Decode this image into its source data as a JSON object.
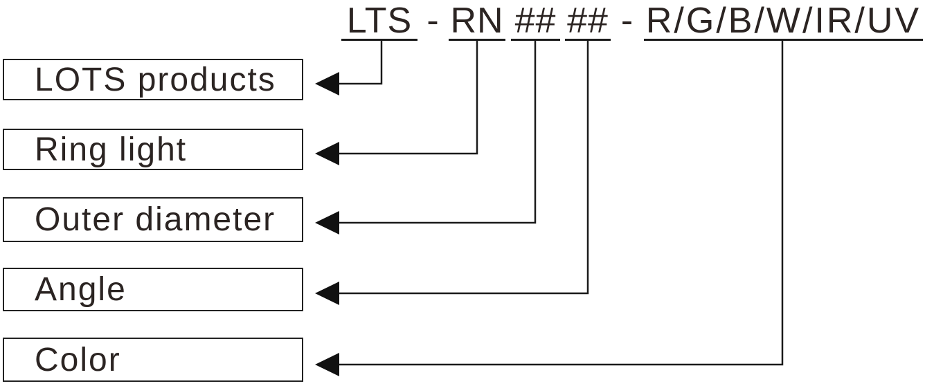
{
  "page": {
    "background": "#ffffff"
  },
  "colors": {
    "ink": "#2b2422",
    "line": "#1a1a1a",
    "arrow": "#111111",
    "box_border": "#222222"
  },
  "code": {
    "full": "LTS - RN ## ## - R/G/B/W/IR/UV",
    "segments": [
      {
        "text": "LTS",
        "underlined": true
      },
      {
        "text": "-",
        "underlined": false
      },
      {
        "text": "RN",
        "underlined": true
      },
      {
        "text": "##",
        "underlined": true
      },
      {
        "text": "##",
        "underlined": true
      },
      {
        "text": "-",
        "underlined": false
      },
      {
        "text": "R/G/B/W/IR/UV",
        "underlined": true
      }
    ]
  },
  "rows": [
    {
      "label": "LOTS products",
      "connects_to_segment": "LTS"
    },
    {
      "label": "Ring light",
      "connects_to_segment": "RN"
    },
    {
      "label": "Outer diameter",
      "connects_to_segment": "## (first)"
    },
    {
      "label": "Angle",
      "connects_to_segment": "## (second)"
    },
    {
      "label": "Color",
      "connects_to_segment": "R/G/B/W/IR/UV"
    }
  ]
}
